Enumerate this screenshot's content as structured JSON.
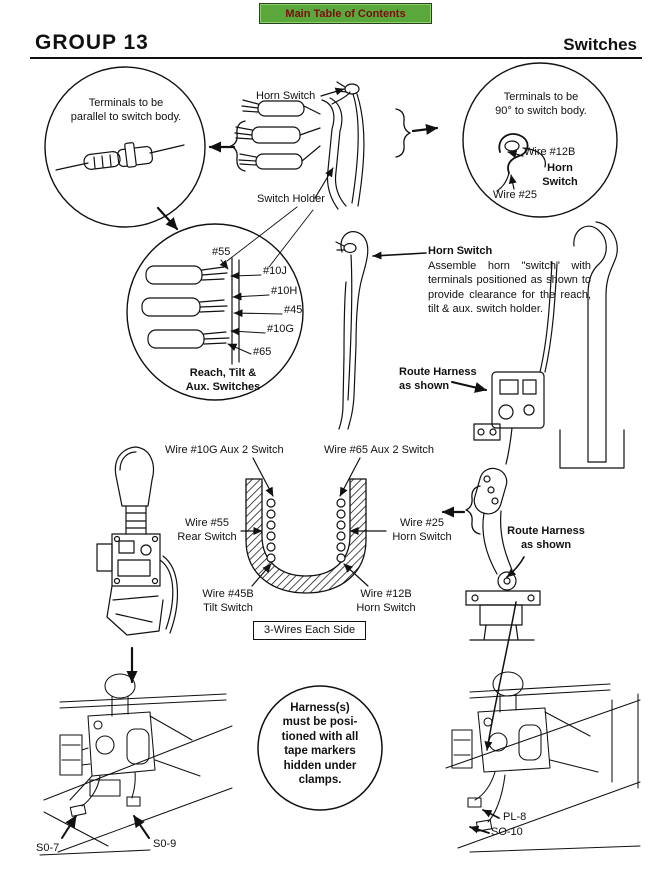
{
  "header": {
    "toc_button": "Main Table of Contents",
    "group_title": "GROUP 13",
    "section_title": "Switches"
  },
  "colors": {
    "toc_button_bg": "#5aa83c",
    "toc_button_text": "#7b0d0d",
    "ink": "#111111"
  },
  "top_left_circle": {
    "text": "Terminals to be\nparallel to switch body."
  },
  "top_center": {
    "horn_switch_label": "Horn Switch",
    "switch_holder_label": "Switch Holder"
  },
  "top_right_circle": {
    "text": "Terminals to be\n90° to switch body.",
    "wire_12b": "Wire #12B",
    "horn_switch": "Horn\nSwitch",
    "wire_25": "Wire #25"
  },
  "wires_circle": {
    "labels": [
      "#55",
      "#10J",
      "#10H",
      "#45",
      "#10G",
      "#65"
    ],
    "caption": "Reach, Tilt &\nAux. Switches"
  },
  "horn_note": {
    "title": "Horn Switch",
    "body": "Assemble horn \"switch\" with terminals positioned as shown to provide clearance for the reach, tilt & aux. switch holder."
  },
  "route_harness_upper": "Route Harness\nas shown",
  "route_harness_lower": "Route Harness\nas shown",
  "cross_section": {
    "wire_10g": "Wire #10G Aux 2 Switch",
    "wire_65": "Wire #65 Aux 2 Switch",
    "wire_55": "Wire #55\nRear Switch",
    "wire_25": "Wire #25\nHorn Switch",
    "wire_45b": "Wire #45B\nTilt Switch",
    "wire_12b": "Wire #12B\nHorn Switch",
    "box_label": "3-Wires Each Side"
  },
  "harness_circle": {
    "text": "Harness(s)\nmust be posi-\ntioned with all\ntape markers\nhidden under\nclamps."
  },
  "part_labels": {
    "s0_7": "S0-7",
    "s0_9": "S0-9",
    "pl_8": "PL-8",
    "so_10": "SO-10"
  }
}
